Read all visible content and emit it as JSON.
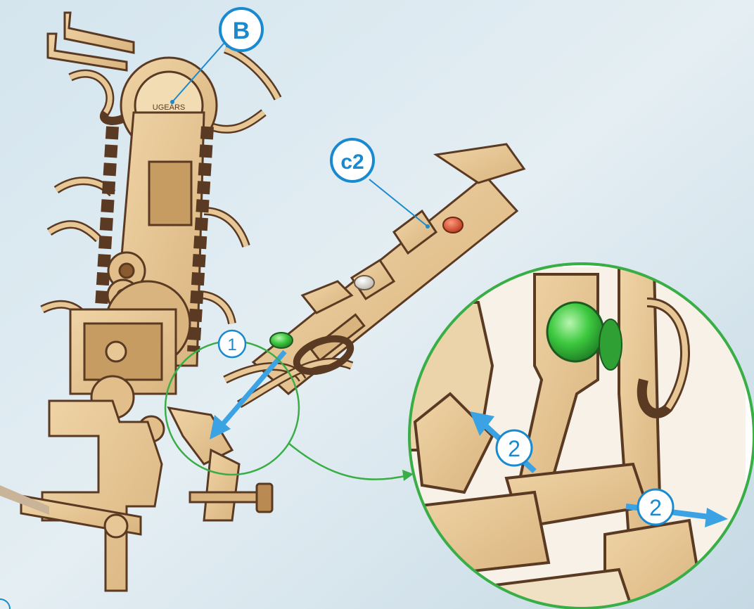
{
  "labels": {
    "part_b": "B",
    "part_c2": "c2",
    "step_1": "1",
    "step_2_left": "2",
    "step_2_right": "2"
  },
  "logo": "UGEARS",
  "colors": {
    "accent_blue": "#1a8ad0",
    "arrow_blue": "#3ba3e3",
    "highlight_green": "#3aae46",
    "wood_light": "#e8c796",
    "wood_edge": "#5a3a22",
    "background": "#cfe0ea"
  }
}
